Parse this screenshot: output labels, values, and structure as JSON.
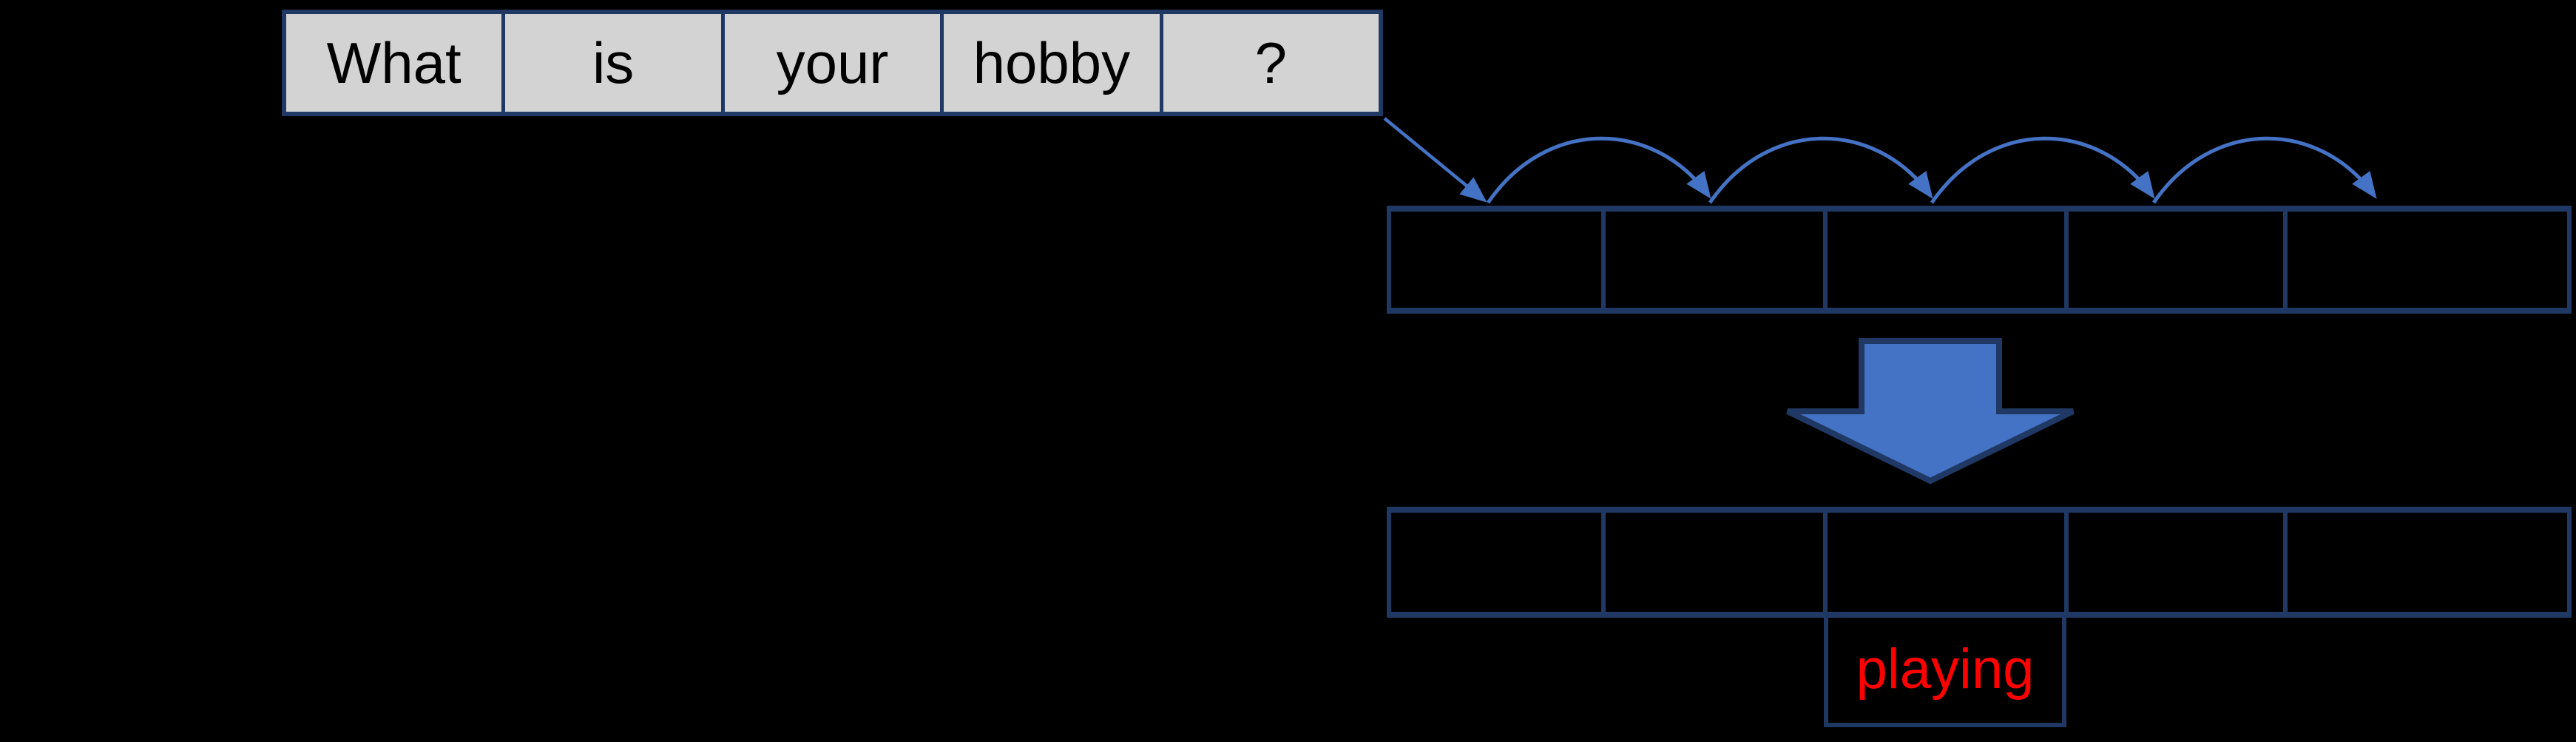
{
  "sentence": {
    "words": [
      "What",
      "is",
      "your",
      "hobby",
      "?"
    ],
    "cell_count": 5
  },
  "hidden_row": {
    "cell_count": 5
  },
  "output_row": {
    "cell_count": 5
  },
  "prediction": {
    "label": "playing"
  },
  "icons": {
    "sentence_to_row_arrow": "diagonal-line-arrow",
    "hop_arcs": "four-curved-hop-arrows-left-to-right",
    "transform_arrow": "large-down-block-arrow"
  },
  "colors": {
    "background": "#000000",
    "box_border": "#1F3864",
    "word_fill": "#D3D3D3",
    "word_text": "#000000",
    "arrow_blue": "#4472C4",
    "prediction_red": "#FF0000"
  }
}
